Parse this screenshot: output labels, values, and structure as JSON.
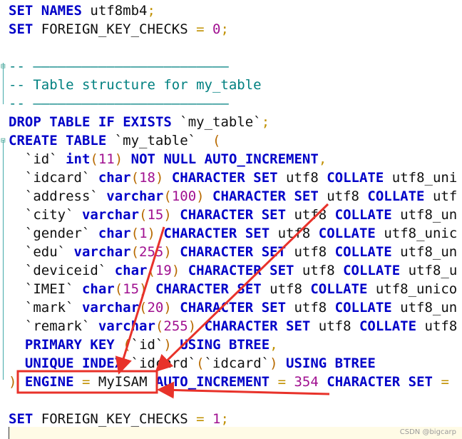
{
  "lines": [
    {
      "segments": [
        {
          "t": "SET",
          "c": "kw"
        },
        {
          "t": " ",
          "c": "id"
        },
        {
          "t": "NAMES",
          "c": "kw"
        },
        {
          "t": " utf8mb4",
          "c": "id"
        },
        {
          "t": ";",
          "c": "semi"
        }
      ]
    },
    {
      "segments": [
        {
          "t": "SET",
          "c": "kw"
        },
        {
          "t": " FOREIGN_KEY_CHECKS ",
          "c": "id"
        },
        {
          "t": "=",
          "c": "punc"
        },
        {
          "t": " ",
          "c": "id"
        },
        {
          "t": "0",
          "c": "num"
        },
        {
          "t": ";",
          "c": "semi"
        }
      ]
    },
    {
      "segments": []
    },
    {
      "segments": [
        {
          "t": "-- ",
          "c": "cmt"
        },
        {
          "t": "————————————————————————",
          "c": "cmt"
        }
      ]
    },
    {
      "segments": [
        {
          "t": "-- Table structure for my_table",
          "c": "cmt"
        }
      ]
    },
    {
      "segments": [
        {
          "t": "-- ",
          "c": "cmt"
        },
        {
          "t": "————————————————————————",
          "c": "cmt"
        }
      ]
    },
    {
      "segments": [
        {
          "t": "DROP",
          "c": "kw"
        },
        {
          "t": " ",
          "c": "id"
        },
        {
          "t": "TABLE",
          "c": "kw"
        },
        {
          "t": " ",
          "c": "id"
        },
        {
          "t": "IF",
          "c": "kw"
        },
        {
          "t": " ",
          "c": "id"
        },
        {
          "t": "EXISTS",
          "c": "kw"
        },
        {
          "t": " `my_table`",
          "c": "str"
        },
        {
          "t": ";",
          "c": "semi"
        }
      ]
    },
    {
      "segments": [
        {
          "t": "CREATE",
          "c": "kw"
        },
        {
          "t": " ",
          "c": "id"
        },
        {
          "t": "TABLE",
          "c": "kw"
        },
        {
          "t": " `my_table`  ",
          "c": "str"
        },
        {
          "t": "(",
          "c": "par"
        }
      ]
    },
    {
      "segments": [
        {
          "t": "  `id` ",
          "c": "str"
        },
        {
          "t": "int",
          "c": "kw"
        },
        {
          "t": "(",
          "c": "par"
        },
        {
          "t": "11",
          "c": "num"
        },
        {
          "t": ")",
          "c": "par"
        },
        {
          "t": " ",
          "c": "id"
        },
        {
          "t": "NOT",
          "c": "kw"
        },
        {
          "t": " ",
          "c": "id"
        },
        {
          "t": "NULL",
          "c": "kw"
        },
        {
          "t": " ",
          "c": "id"
        },
        {
          "t": "AUTO_INCREMENT",
          "c": "kw"
        },
        {
          "t": ",",
          "c": "punc"
        }
      ]
    },
    {
      "segments": [
        {
          "t": "  `idcard` ",
          "c": "str"
        },
        {
          "t": "char",
          "c": "kw"
        },
        {
          "t": "(",
          "c": "par"
        },
        {
          "t": "18",
          "c": "num"
        },
        {
          "t": ")",
          "c": "par"
        },
        {
          "t": " ",
          "c": "id"
        },
        {
          "t": "CHARACTER",
          "c": "kw"
        },
        {
          "t": " ",
          "c": "id"
        },
        {
          "t": "SET",
          "c": "kw"
        },
        {
          "t": " utf8 ",
          "c": "id"
        },
        {
          "t": "COLLATE",
          "c": "kw"
        },
        {
          "t": " utf8_uni",
          "c": "id"
        }
      ]
    },
    {
      "segments": [
        {
          "t": "  `address` ",
          "c": "str"
        },
        {
          "t": "varchar",
          "c": "kw"
        },
        {
          "t": "(",
          "c": "par"
        },
        {
          "t": "100",
          "c": "num"
        },
        {
          "t": ")",
          "c": "par"
        },
        {
          "t": " ",
          "c": "id"
        },
        {
          "t": "CHARACTER",
          "c": "kw"
        },
        {
          "t": " ",
          "c": "id"
        },
        {
          "t": "SET",
          "c": "kw"
        },
        {
          "t": " utf8 ",
          "c": "id"
        },
        {
          "t": "COLLATE",
          "c": "kw"
        },
        {
          "t": " utf",
          "c": "id"
        }
      ]
    },
    {
      "segments": [
        {
          "t": "  `city` ",
          "c": "str"
        },
        {
          "t": "varchar",
          "c": "kw"
        },
        {
          "t": "(",
          "c": "par"
        },
        {
          "t": "15",
          "c": "num"
        },
        {
          "t": ")",
          "c": "par"
        },
        {
          "t": " ",
          "c": "id"
        },
        {
          "t": "CHARACTER",
          "c": "kw"
        },
        {
          "t": " ",
          "c": "id"
        },
        {
          "t": "SET",
          "c": "kw"
        },
        {
          "t": " utf8 ",
          "c": "id"
        },
        {
          "t": "COLLATE",
          "c": "kw"
        },
        {
          "t": " utf8_un",
          "c": "id"
        }
      ]
    },
    {
      "segments": [
        {
          "t": "  `gender` ",
          "c": "str"
        },
        {
          "t": "char",
          "c": "kw"
        },
        {
          "t": "(",
          "c": "par"
        },
        {
          "t": "1",
          "c": "num"
        },
        {
          "t": ")",
          "c": "par"
        },
        {
          "t": " ",
          "c": "id"
        },
        {
          "t": "CHARACTER",
          "c": "kw"
        },
        {
          "t": " ",
          "c": "id"
        },
        {
          "t": "SET",
          "c": "kw"
        },
        {
          "t": " utf8 ",
          "c": "id"
        },
        {
          "t": "COLLATE",
          "c": "kw"
        },
        {
          "t": " utf8_unic",
          "c": "id"
        }
      ]
    },
    {
      "segments": [
        {
          "t": "  `edu` ",
          "c": "str"
        },
        {
          "t": "varchar",
          "c": "kw"
        },
        {
          "t": "(",
          "c": "par"
        },
        {
          "t": "255",
          "c": "num"
        },
        {
          "t": ")",
          "c": "par"
        },
        {
          "t": " ",
          "c": "id"
        },
        {
          "t": "CHARACTER",
          "c": "kw"
        },
        {
          "t": " ",
          "c": "id"
        },
        {
          "t": "SET",
          "c": "kw"
        },
        {
          "t": " utf8 ",
          "c": "id"
        },
        {
          "t": "COLLATE",
          "c": "kw"
        },
        {
          "t": " utf8_un",
          "c": "id"
        }
      ]
    },
    {
      "segments": [
        {
          "t": "  `deviceid` ",
          "c": "str"
        },
        {
          "t": "char",
          "c": "kw"
        },
        {
          "t": "(",
          "c": "par"
        },
        {
          "t": "19",
          "c": "num"
        },
        {
          "t": ")",
          "c": "par"
        },
        {
          "t": " ",
          "c": "id"
        },
        {
          "t": "CHARACTER",
          "c": "kw"
        },
        {
          "t": " ",
          "c": "id"
        },
        {
          "t": "SET",
          "c": "kw"
        },
        {
          "t": " utf8 ",
          "c": "id"
        },
        {
          "t": "COLLATE",
          "c": "kw"
        },
        {
          "t": " utf8_u",
          "c": "id"
        }
      ]
    },
    {
      "segments": [
        {
          "t": "  `IMEI` ",
          "c": "str"
        },
        {
          "t": "char",
          "c": "kw"
        },
        {
          "t": "(",
          "c": "par"
        },
        {
          "t": "15",
          "c": "num"
        },
        {
          "t": ")",
          "c": "par"
        },
        {
          "t": " ",
          "c": "id"
        },
        {
          "t": "CHARACTER",
          "c": "kw"
        },
        {
          "t": " ",
          "c": "id"
        },
        {
          "t": "SET",
          "c": "kw"
        },
        {
          "t": " utf8 ",
          "c": "id"
        },
        {
          "t": "COLLATE",
          "c": "kw"
        },
        {
          "t": " utf8_unico",
          "c": "id"
        }
      ]
    },
    {
      "segments": [
        {
          "t": "  `mark` ",
          "c": "str"
        },
        {
          "t": "varchar",
          "c": "kw"
        },
        {
          "t": "(",
          "c": "par"
        },
        {
          "t": "20",
          "c": "num"
        },
        {
          "t": ")",
          "c": "par"
        },
        {
          "t": " ",
          "c": "id"
        },
        {
          "t": "CHARACTER",
          "c": "kw"
        },
        {
          "t": " ",
          "c": "id"
        },
        {
          "t": "SET",
          "c": "kw"
        },
        {
          "t": " utf8 ",
          "c": "id"
        },
        {
          "t": "COLLATE",
          "c": "kw"
        },
        {
          "t": " utf8_un",
          "c": "id"
        }
      ]
    },
    {
      "segments": [
        {
          "t": "  `remark` ",
          "c": "str"
        },
        {
          "t": "varchar",
          "c": "kw"
        },
        {
          "t": "(",
          "c": "par"
        },
        {
          "t": "255",
          "c": "num"
        },
        {
          "t": ")",
          "c": "par"
        },
        {
          "t": " ",
          "c": "id"
        },
        {
          "t": "CHARACTER",
          "c": "kw"
        },
        {
          "t": " ",
          "c": "id"
        },
        {
          "t": "SET",
          "c": "kw"
        },
        {
          "t": " utf8 ",
          "c": "id"
        },
        {
          "t": "COLLATE",
          "c": "kw"
        },
        {
          "t": " utf8",
          "c": "id"
        }
      ]
    },
    {
      "segments": [
        {
          "t": "  ",
          "c": "id"
        },
        {
          "t": "PRIMARY",
          "c": "kw"
        },
        {
          "t": " ",
          "c": "id"
        },
        {
          "t": "KEY",
          "c": "kw"
        },
        {
          "t": " ",
          "c": "id"
        },
        {
          "t": "(",
          "c": "par"
        },
        {
          "t": "`id`",
          "c": "str"
        },
        {
          "t": ")",
          "c": "par"
        },
        {
          "t": " ",
          "c": "id"
        },
        {
          "t": "USING",
          "c": "kw"
        },
        {
          "t": " ",
          "c": "id"
        },
        {
          "t": "BTREE",
          "c": "kw"
        },
        {
          "t": ",",
          "c": "punc"
        }
      ]
    },
    {
      "segments": [
        {
          "t": "  ",
          "c": "id"
        },
        {
          "t": "UNIQUE",
          "c": "kw"
        },
        {
          "t": " ",
          "c": "id"
        },
        {
          "t": "INDEX",
          "c": "kw"
        },
        {
          "t": " `idcard`",
          "c": "str"
        },
        {
          "t": "(",
          "c": "par"
        },
        {
          "t": "`idcard`",
          "c": "str"
        },
        {
          "t": ")",
          "c": "par"
        },
        {
          "t": " ",
          "c": "id"
        },
        {
          "t": "USING",
          "c": "kw"
        },
        {
          "t": " ",
          "c": "id"
        },
        {
          "t": "BTREE",
          "c": "kw"
        }
      ]
    },
    {
      "segments": [
        {
          "t": ")",
          "c": "par"
        },
        {
          "t": " ",
          "c": "id"
        },
        {
          "t": "ENGINE",
          "c": "kw"
        },
        {
          "t": " ",
          "c": "id"
        },
        {
          "t": "=",
          "c": "punc"
        },
        {
          "t": " MyISAM ",
          "c": "id"
        },
        {
          "t": "AUTO_INCREMENT",
          "c": "kw"
        },
        {
          "t": " ",
          "c": "id"
        },
        {
          "t": "=",
          "c": "punc"
        },
        {
          "t": " ",
          "c": "id"
        },
        {
          "t": "354",
          "c": "num"
        },
        {
          "t": " ",
          "c": "id"
        },
        {
          "t": "CHARACTER",
          "c": "kw"
        },
        {
          "t": " ",
          "c": "id"
        },
        {
          "t": "SET",
          "c": "kw"
        },
        {
          "t": " ",
          "c": "id"
        },
        {
          "t": "=",
          "c": "punc"
        },
        {
          "t": " ",
          "c": "id"
        }
      ]
    },
    {
      "segments": []
    },
    {
      "segments": [
        {
          "t": "SET",
          "c": "kw"
        },
        {
          "t": " FOREIGN_KEY_CHECKS ",
          "c": "id"
        },
        {
          "t": "=",
          "c": "punc"
        },
        {
          "t": " ",
          "c": "id"
        },
        {
          "t": "1",
          "c": "num"
        },
        {
          "t": ";",
          "c": "semi"
        }
      ]
    }
  ],
  "watermark": "CSDN @bigcarp",
  "colors": {
    "keyword": "#0000c8",
    "number": "#a01090",
    "paren": "#b86a00",
    "comment": "#008080",
    "annotation": "#e8322a"
  }
}
